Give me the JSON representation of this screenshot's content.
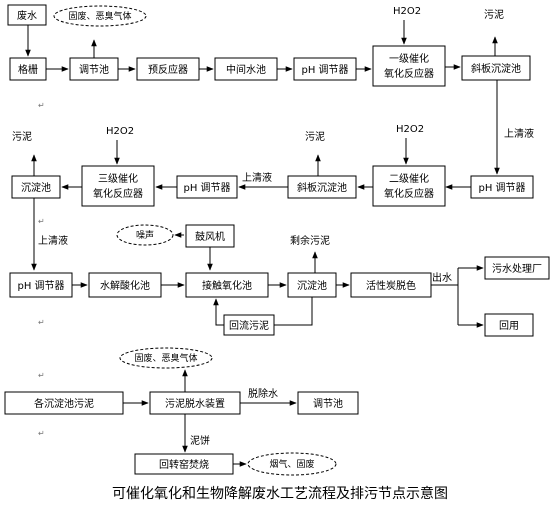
{
  "title": "可催化氧化和生物降解废水工艺流程及排污节点示意图",
  "boxes": {
    "wastewater": "废水",
    "grille": "格栅",
    "regulating_tank_1": "调节池",
    "pre_reactor": "预反应器",
    "intermediate_tank": "中间水池",
    "ph_regulator_1": "pH 调节器",
    "catalytic_oxidation_1": [
      "一级催化",
      "氧化反应器"
    ],
    "inclined_settler_1": "斜板沉淀池",
    "ph_regulator_2": "pH 调节器",
    "catalytic_oxidation_2": [
      "二级催化",
      "氧化反应器"
    ],
    "inclined_settler_2": "斜板沉淀池",
    "ph_regulator_3": "pH 调节器",
    "catalytic_oxidation_3": [
      "三级催化",
      "氧化反应器"
    ],
    "settling_tank_1": "沉淀池",
    "blower": "鼓风机",
    "ph_regulator_4": "pH 调节器",
    "hydrolysis_tank": "水解酸化池",
    "contact_oxidation_tank": "接触氧化池",
    "settling_tank_2": "沉淀池",
    "activated_carbon": "活性炭脱色",
    "sewage_plant": "污水处理厂",
    "reuse": "回用",
    "return_sludge": "回流污泥",
    "settler_sludge": "各沉淀池污泥",
    "dewatering": "污泥脱水装置",
    "regulating_tank_2": "调节池",
    "rotary_kiln": "回转窑焚烧"
  },
  "ellipses": {
    "solid_odor_1": "固废、恶臭气体",
    "noise": "噪声",
    "solid_odor_2": "固废、恶臭气体",
    "smoke_solid": "烟气、固废"
  },
  "labels": {
    "h2o2_1": "H2O2",
    "sludge_1": "污泥",
    "supernatant_1": "上清液",
    "h2o2_2": "H2O2",
    "sludge_2": "污泥",
    "sludge_3": "污泥",
    "h2o2_3": "H2O2",
    "supernatant_2": "上清液",
    "supernatant_3": "上清液",
    "remaining_sludge": "剩余污泥",
    "effluent": "出水",
    "dewatering_water": "脱除水",
    "sludge_cake": "泥饼"
  },
  "marks": {
    "paragraph_mark": "↵"
  }
}
